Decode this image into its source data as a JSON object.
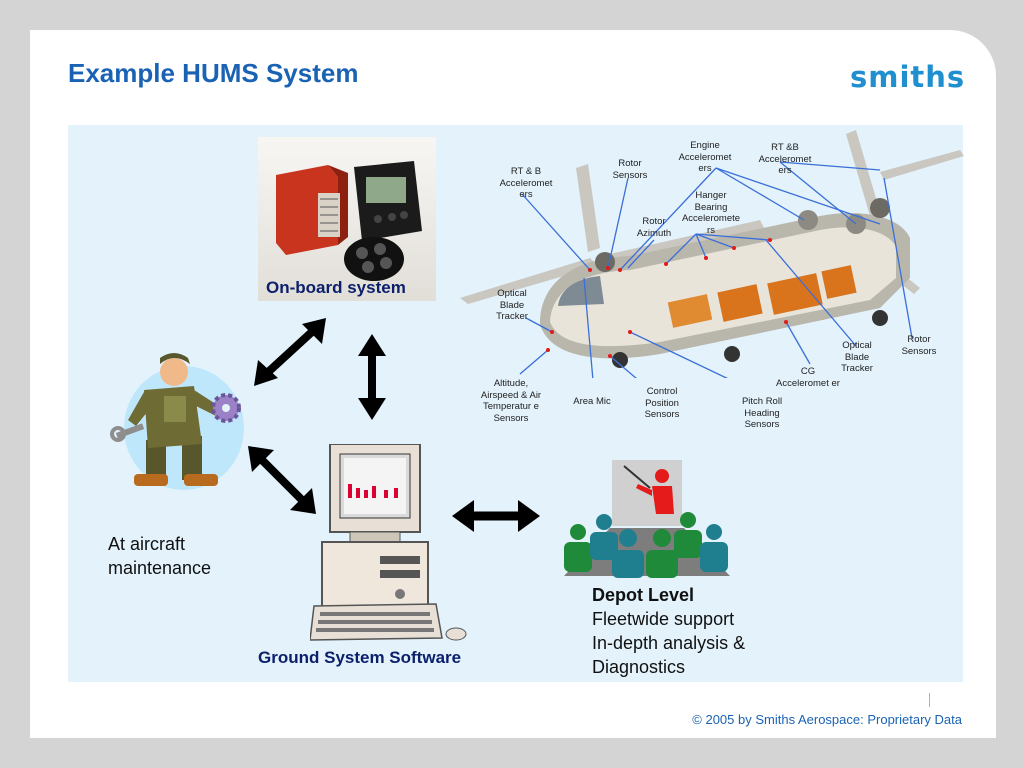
{
  "slide": {
    "title": "Example HUMS System",
    "logo": "smiths",
    "footer": "© 2005 by Smiths Aerospace: Proprietary Data"
  },
  "onboard": {
    "caption": "On-board system"
  },
  "maintenance": {
    "line1": "At aircraft",
    "line2": "maintenance"
  },
  "ground": {
    "caption": "Ground System Software"
  },
  "depot": {
    "title": "Depot Level",
    "line1": "Fleetwide support",
    "line2": "In-depth analysis &",
    "line3": "Diagnostics"
  },
  "helicopter_labels": [
    "RT & B Acceleromet ers",
    "Rotor Sensors",
    "Engine Acceleromet ers",
    "RT &B Acceleromet ers",
    "Hanger Bearing Acceleromete rs",
    "Rotor Azimuth",
    "Optical Blade Tracker",
    "Altitude, Airspeed & Air Temperatur e Sensors",
    "Area Mic",
    "Control Position Sensors",
    "Pitch Roll Heading Sensors",
    "CG Acceleromet er",
    "Optical Blade Tracker",
    "Rotor Sensors"
  ],
  "colors": {
    "title": "#1a63b4",
    "logo": "#1f8fd0",
    "panel": "#e3f2fb",
    "arrow": "#000000",
    "sensor_line": "#3a6fd8"
  },
  "icons": [
    "bidirectional-arrow-icon",
    "mechanic-icon",
    "computer-icon",
    "presentation-icon",
    "helicopter-icon",
    "avionics-box-icon"
  ]
}
